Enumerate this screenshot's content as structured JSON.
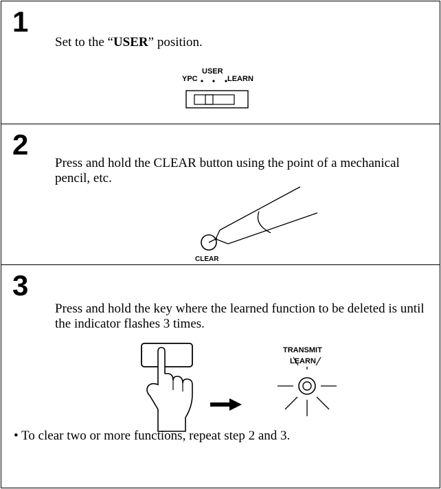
{
  "steps": [
    {
      "number": "1",
      "text_prefix": "Set to the “",
      "text_bold": "USER",
      "text_suffix": "” position.",
      "switch_labels": {
        "left": "YPC",
        "top": "USER",
        "right": "LEARN"
      }
    },
    {
      "number": "2",
      "text": "Press and hold the CLEAR button using the point of a mechanical pencil, etc.",
      "button_label": "CLEAR"
    },
    {
      "number": "3",
      "text": "Press and hold the key where the learned function to be deleted is until the indicator flashes 3 times.",
      "indicator_labels": {
        "top": "TRANSMIT",
        "bottom": "LEARN"
      }
    }
  ],
  "note": "• To clear two or more functions, repeat step 2 and 3."
}
